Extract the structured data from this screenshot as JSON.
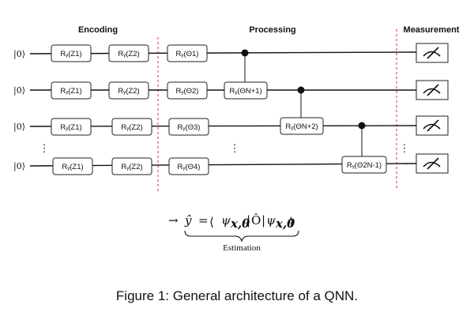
{
  "sections": {
    "encoding": "Encoding",
    "processing": "Processing",
    "measurement": "Measurement"
  },
  "qubit_state": "|0⟩",
  "gates": {
    "rz1": "Rᵧ(Z1)",
    "rz2": "Rᵧ(Z2)",
    "t1": "Rᵧ(Θ1)",
    "t2": "Rᵧ(Θ2)",
    "t3": "Rᵧ(Θ3)",
    "t4": "Rᵧ(Θ4)",
    "tn1": "Rᵧ(ΘN+1)",
    "tn2": "Rᵧ(ΘN+2)",
    "t2n1": "Rᵧ(Θ2N-1)"
  },
  "ellipsis": "⋮",
  "estimation": {
    "arrow": "→",
    "yhat": "ŷ",
    "equals": "=",
    "bra_open": "⟨",
    "psi_left": "ψ",
    "sub_left": "x,θ",
    "bar1": "|",
    "operator": "Ô",
    "bar2": "|",
    "psi_right": "ψ",
    "sub_right": "x,θ",
    "ket_close": "⟩",
    "label": "Estimation"
  },
  "caption": "Figure 1: General architecture of a QNN."
}
